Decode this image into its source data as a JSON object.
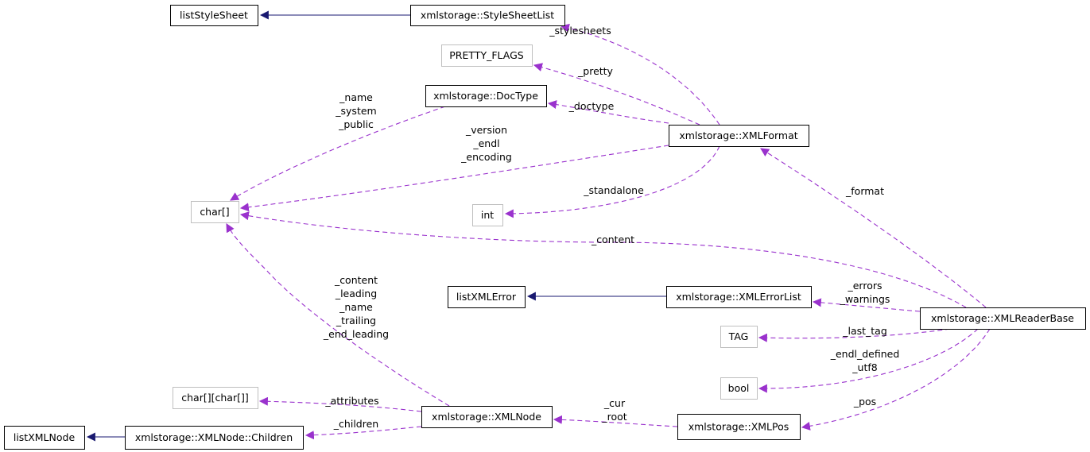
{
  "colors": {
    "usage_edge": "#9a32cd",
    "inherit_edge": "#191970",
    "node_border": "#000000",
    "external_node_border": "#bfbfbf",
    "focus_node_fill": "#bfbfbf",
    "background": "#ffffff"
  },
  "nodes": [
    {
      "id": "listStyleSheet",
      "label": "listStyleSheet",
      "kind": "documented"
    },
    {
      "id": "StyleSheetList",
      "label": "xmlstorage::StyleSheetList",
      "kind": "documented"
    },
    {
      "id": "PRETTY_FLAGS",
      "label": "PRETTY_FLAGS",
      "kind": "external"
    },
    {
      "id": "DocType",
      "label": "xmlstorage::DocType",
      "kind": "documented"
    },
    {
      "id": "XMLFormat",
      "label": "xmlstorage::XMLFormat",
      "kind": "documented"
    },
    {
      "id": "char",
      "label": "char[]",
      "kind": "external"
    },
    {
      "id": "int",
      "label": "int",
      "kind": "external"
    },
    {
      "id": "listXMLError",
      "label": "listXMLError",
      "kind": "documented"
    },
    {
      "id": "XMLErrorList",
      "label": "xmlstorage::XMLErrorList",
      "kind": "documented"
    },
    {
      "id": "XMLReaderBase",
      "label": "xmlstorage::XMLReaderBase",
      "kind": "focus"
    },
    {
      "id": "TAG",
      "label": "TAG",
      "kind": "external"
    },
    {
      "id": "bool",
      "label": "bool",
      "kind": "external"
    },
    {
      "id": "charMap",
      "label": "char[][char[]]",
      "kind": "external"
    },
    {
      "id": "XMLNode",
      "label": "xmlstorage::XMLNode",
      "kind": "documented"
    },
    {
      "id": "XMLPos",
      "label": "xmlstorage::XMLPos",
      "kind": "documented"
    },
    {
      "id": "listXMLNode",
      "label": "listXMLNode",
      "kind": "documented"
    },
    {
      "id": "Children",
      "label": "xmlstorage::XMLNode::Children",
      "kind": "documented"
    }
  ],
  "edges": [
    {
      "id": "e-stylesheetlist-liststylesheet",
      "from": "StyleSheetList",
      "to": "listStyleSheet",
      "type": "inherit",
      "label": []
    },
    {
      "id": "e-xmlformat-stylesheetlist",
      "from": "XMLFormat",
      "to": "StyleSheetList",
      "type": "usage",
      "label": [
        "_stylesheets"
      ]
    },
    {
      "id": "e-xmlformat-prettyflags",
      "from": "XMLFormat",
      "to": "PRETTY_FLAGS",
      "type": "usage",
      "label": [
        "_pretty"
      ]
    },
    {
      "id": "e-xmlformat-doctype",
      "from": "XMLFormat",
      "to": "DocType",
      "type": "usage",
      "label": [
        "_doctype"
      ]
    },
    {
      "id": "e-doctype-char",
      "from": "DocType",
      "to": "char",
      "type": "usage",
      "label": [
        "_name",
        "_system",
        "_public"
      ]
    },
    {
      "id": "e-xmlformat-char",
      "from": "XMLFormat",
      "to": "char",
      "type": "usage",
      "label": [
        "_version",
        "_endl",
        "_encoding"
      ]
    },
    {
      "id": "e-xmlformat-int",
      "from": "XMLFormat",
      "to": "int",
      "type": "usage",
      "label": [
        "_standalone"
      ]
    },
    {
      "id": "e-readerbase-xmlformat",
      "from": "XMLReaderBase",
      "to": "XMLFormat",
      "type": "usage",
      "label": [
        "_format"
      ]
    },
    {
      "id": "e-readerbase-char",
      "from": "XMLReaderBase",
      "to": "char",
      "type": "usage",
      "label": [
        "_content"
      ]
    },
    {
      "id": "e-errorlist-listxmlerror",
      "from": "XMLErrorList",
      "to": "listXMLError",
      "type": "inherit",
      "label": []
    },
    {
      "id": "e-readerbase-errorlist",
      "from": "XMLReaderBase",
      "to": "XMLErrorList",
      "type": "usage",
      "label": [
        "_errors",
        "_warnings"
      ]
    },
    {
      "id": "e-readerbase-tag",
      "from": "XMLReaderBase",
      "to": "TAG",
      "type": "usage",
      "label": [
        "_last_tag"
      ]
    },
    {
      "id": "e-readerbase-bool",
      "from": "XMLReaderBase",
      "to": "bool",
      "type": "usage",
      "label": [
        "_endl_defined",
        "_utf8"
      ]
    },
    {
      "id": "e-readerbase-xmlpos",
      "from": "XMLReaderBase",
      "to": "XMLPos",
      "type": "usage",
      "label": [
        "_pos"
      ]
    },
    {
      "id": "e-xmlnode-char",
      "from": "XMLNode",
      "to": "char",
      "type": "usage",
      "label": [
        "_content",
        "_leading",
        "_name",
        "_trailing",
        "_end_leading"
      ]
    },
    {
      "id": "e-xmlnode-charmap",
      "from": "XMLNode",
      "to": "charMap",
      "type": "usage",
      "label": [
        "_attributes"
      ]
    },
    {
      "id": "e-xmlnode-children",
      "from": "XMLNode",
      "to": "Children",
      "type": "usage",
      "label": [
        "_children"
      ]
    },
    {
      "id": "e-xmlpos-xmlnode",
      "from": "XMLPos",
      "to": "XMLNode",
      "type": "usage",
      "label": [
        "_cur",
        "_root"
      ]
    },
    {
      "id": "e-children-listxmlnode",
      "from": "Children",
      "to": "listXMLNode",
      "type": "inherit",
      "label": []
    }
  ]
}
